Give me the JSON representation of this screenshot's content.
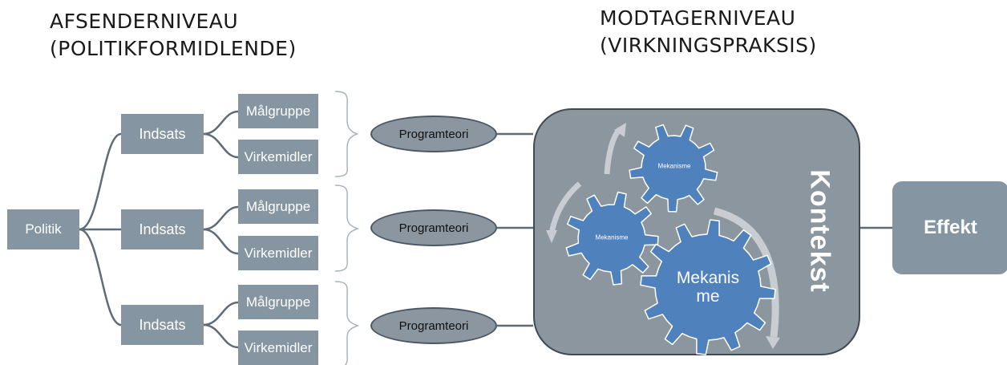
{
  "headings": {
    "left": [
      "AFSENDERNIVEAU",
      "(POLITIKFORMIDLENDE)"
    ],
    "right": [
      "MODTAGERNIVEAU",
      "(VIRKNINGSPRAKSIS)"
    ]
  },
  "root": {
    "label": "Politik"
  },
  "branches": [
    {
      "label": "Indsats",
      "children": [
        "Målgruppe",
        "Virkemidler"
      ],
      "theory": "Programteori"
    },
    {
      "label": "Indsats",
      "children": [
        "Målgruppe",
        "Virkemidler"
      ],
      "theory": "Programteori"
    },
    {
      "label": "Indsats",
      "children": [
        "Målgruppe",
        "Virkemidler"
      ],
      "theory": "Programteori"
    }
  ],
  "context": {
    "label": "Kontekst",
    "gears": [
      {
        "label": "Mekanisme"
      },
      {
        "label": "Mekanisme"
      },
      {
        "label": "Mekanis me"
      }
    ]
  },
  "result": {
    "label": "Effekt"
  },
  "colors": {
    "box": "#8595a2",
    "panel": "#8b969f",
    "gear": "#4f81bd",
    "arrow": "#c9cdd1",
    "line": "#5f6b75"
  }
}
